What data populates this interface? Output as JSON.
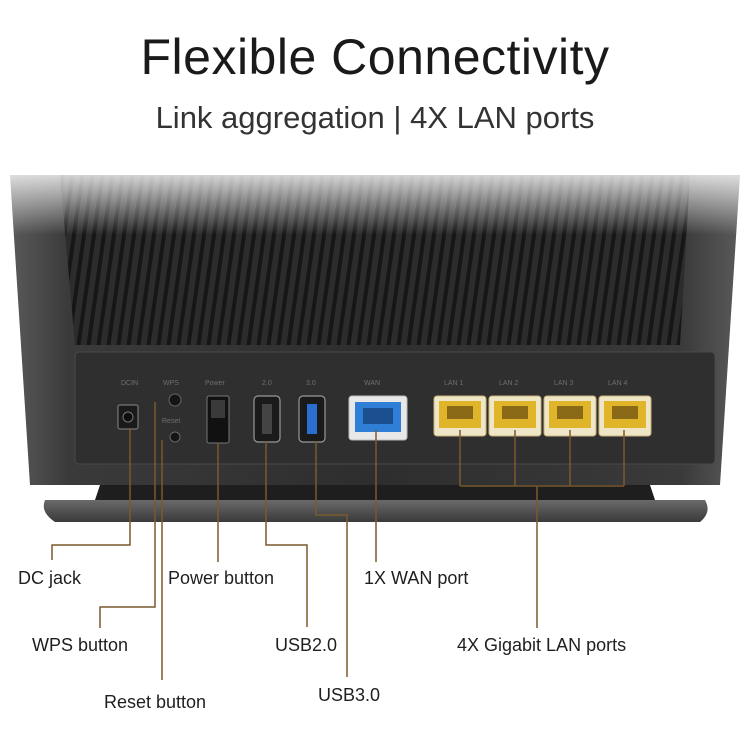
{
  "heading": {
    "title": "Flexible Connectivity",
    "subtitle": "Link aggregation | 4X LAN ports"
  },
  "panel_labels": {
    "dcin": "DCIN",
    "wps": "WPS",
    "reset": "Reset",
    "power": "Power",
    "usb20": "2.0",
    "usb30": "3.0",
    "wan": "WAN",
    "lan1": "LAN 1",
    "lan2": "LAN 2",
    "lan3": "LAN 3",
    "lan4": "LAN 4"
  },
  "callouts": {
    "dc_jack": "DC jack",
    "wps_button": "WPS button",
    "reset_button": "Reset button",
    "power_button": "Power button",
    "usb2": "USB2.0",
    "usb3": "USB3.0",
    "wan_port": "1X WAN port",
    "lan_ports": "4X Gigabit LAN ports"
  },
  "colors": {
    "leader_line": "#7a5a2e",
    "lan_port": "#e0b52a",
    "wan_port": "#2f7fd6",
    "usb3_blue": "#2a6fd0",
    "chassis": "#3a3a3a"
  }
}
